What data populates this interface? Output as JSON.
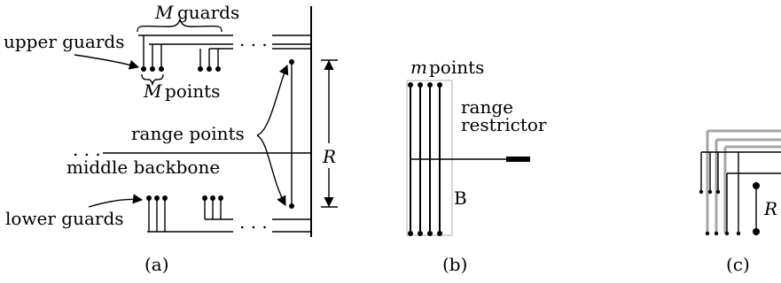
{
  "panel_a": {
    "guard_count_var": "M",
    "guard_count_word": "guards",
    "upper_guards": "upper guards",
    "points_var": "M",
    "points_word": "points",
    "range_points": "range points",
    "dots": ". . .",
    "middle_backbone": "middle backbone",
    "range_var": "R",
    "lower_guards": "lower guards",
    "caption": "(a)"
  },
  "panel_b": {
    "points_var": "m",
    "points_word": "points",
    "range_restrictor_line1": "range",
    "range_restrictor_line2": "restrictor",
    "box_label": "B",
    "caption": "(b)"
  },
  "panel_c": {
    "range_var": "R",
    "caption": "(c)"
  },
  "colors": {
    "ink": "#000000",
    "gray_lines": "#a6a6a6"
  }
}
